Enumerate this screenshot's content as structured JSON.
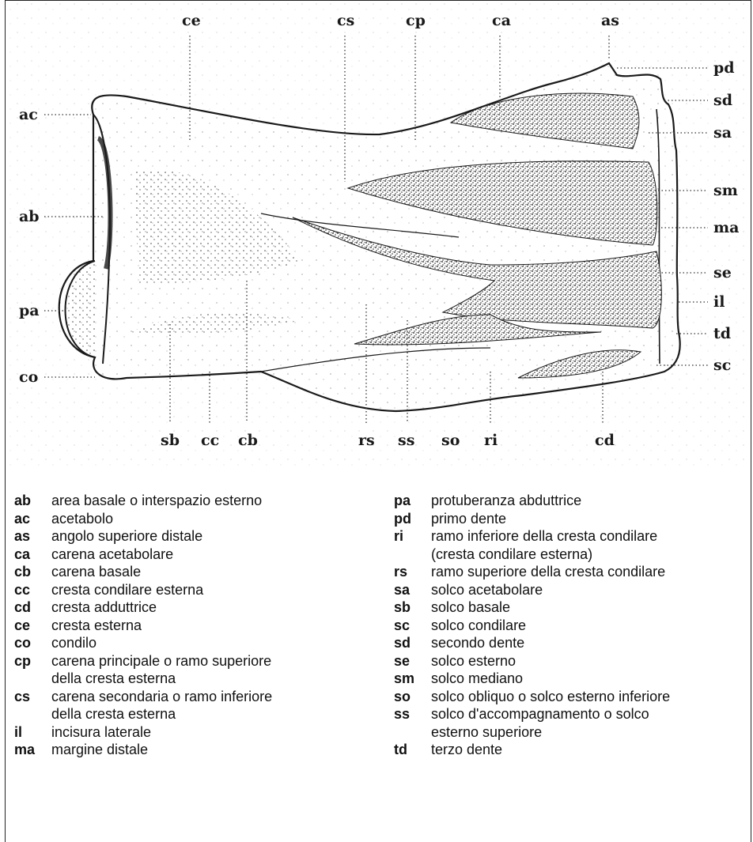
{
  "figure": {
    "labels": {
      "ce": "ce",
      "cs": "cs",
      "cp": "cp",
      "ca": "ca",
      "as": "as",
      "pd": "pd",
      "sd": "sd",
      "sa": "sa",
      "sm": "sm",
      "ma": "ma",
      "se": "se",
      "il": "il",
      "td": "td",
      "sc": "sc",
      "ac": "ac",
      "ab": "ab",
      "pa": "pa",
      "co": "co",
      "sb": "sb",
      "cc": "cc",
      "cb": "cb",
      "rs": "rs",
      "ss": "ss",
      "so": "so",
      "ri": "ri",
      "cd": "cd"
    }
  },
  "legend": {
    "left": [
      {
        "abbr": "ab",
        "desc": "area basale o interspazio esterno"
      },
      {
        "abbr": "ac",
        "desc": "acetabolo"
      },
      {
        "abbr": "as",
        "desc": "angolo superiore distale"
      },
      {
        "abbr": "ca",
        "desc": "carena acetabolare"
      },
      {
        "abbr": "cb",
        "desc": "carena basale"
      },
      {
        "abbr": "cc",
        "desc": "cresta condilare esterna"
      },
      {
        "abbr": "cd",
        "desc": "cresta adduttrice"
      },
      {
        "abbr": "ce",
        "desc": "cresta esterna"
      },
      {
        "abbr": "co",
        "desc": "condilo"
      },
      {
        "abbr": "cp",
        "desc": "carena principale o ramo superiore",
        "desc2": "della cresta esterna"
      },
      {
        "abbr": "cs",
        "desc": "carena secondaria o ramo inferiore",
        "desc2": "della cresta esterna"
      },
      {
        "abbr": "il",
        "desc": "incisura laterale"
      },
      {
        "abbr": "ma",
        "desc": "margine distale"
      }
    ],
    "right": [
      {
        "abbr": "pa",
        "desc": "protuberanza abduttrice"
      },
      {
        "abbr": "pd",
        "desc": "primo dente"
      },
      {
        "abbr": "ri",
        "desc": "ramo inferiore della cresta condilare",
        "desc2": "(cresta condilare esterna)"
      },
      {
        "abbr": "rs",
        "desc": "ramo superiore della cresta condilare"
      },
      {
        "abbr": "sa",
        "desc": "solco acetabolare"
      },
      {
        "abbr": "sb",
        "desc": "solco basale"
      },
      {
        "abbr": "sc",
        "desc": "solco condilare"
      },
      {
        "abbr": "sd",
        "desc": "secondo dente"
      },
      {
        "abbr": "se",
        "desc": "solco esterno"
      },
      {
        "abbr": "sm",
        "desc": "solco mediano"
      },
      {
        "abbr": "so",
        "desc": "solco obliquo o solco esterno inferiore"
      },
      {
        "abbr": "ss",
        "desc": "solco d'accompagnamento o solco",
        "desc2": "esterno superiore"
      },
      {
        "abbr": "td",
        "desc": "terzo dente"
      }
    ]
  }
}
